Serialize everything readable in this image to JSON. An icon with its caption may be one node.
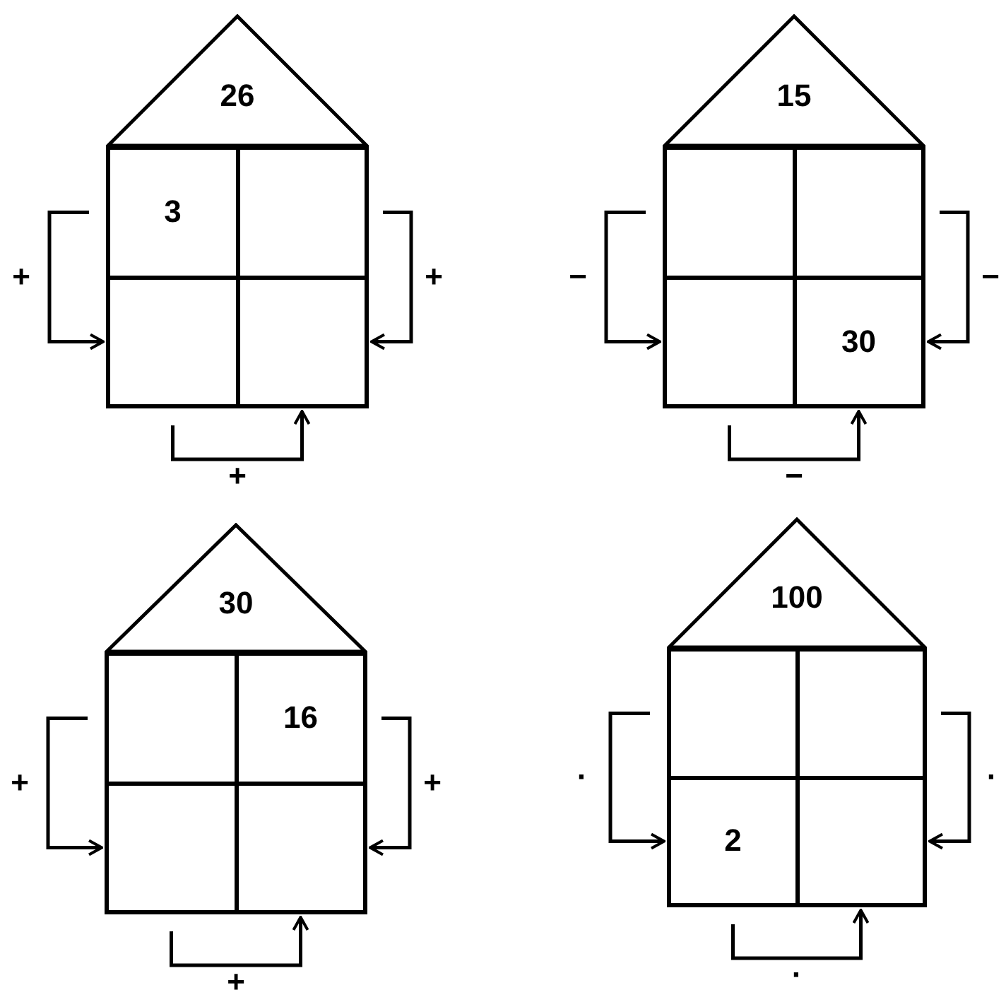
{
  "diagram": {
    "nodes": [
      {
        "text": [
          "26"
        ]
      },
      {
        "text": [
          "3"
        ]
      },
      {
        "text": [],
        "shape": "box"
      },
      {
        "text": [],
        "shape": "box"
      },
      {
        "text": [],
        "shape": "box"
      },
      {
        "text": [
          "15"
        ]
      },
      {
        "text": [],
        "shape": "box"
      },
      {
        "text": [],
        "shape": "box"
      },
      {
        "text": [],
        "shape": "box"
      },
      {
        "text": [
          "30"
        ]
      },
      {
        "text": [
          "30"
        ]
      },
      {
        "text": [],
        "shape": "box"
      },
      {
        "text": [
          "16"
        ]
      },
      {
        "text": [],
        "shape": "box"
      },
      {
        "text": [],
        "shape": "box"
      },
      {
        "text": [
          "100"
        ]
      },
      {
        "text": [],
        "shape": "box"
      },
      {
        "text": [],
        "shape": "box"
      },
      {
        "text": [
          "2"
        ]
      },
      {
        "text": [],
        "shape": "box"
      }
    ],
    "edges": [
      {
        "from": 1,
        "to": 3,
        "arrow": "to",
        "label": "+"
      },
      {
        "from": 2,
        "to": 4,
        "arrow": "to",
        "label": "+"
      },
      {
        "from": 3,
        "to": 4,
        "arrow": "to",
        "label": "+"
      },
      {
        "from": 6,
        "to": 8,
        "arrow": "to",
        "label": "−"
      },
      {
        "from": 7,
        "to": 9,
        "arrow": "to",
        "label": "−"
      },
      {
        "from": 8,
        "to": 9,
        "arrow": "to",
        "label": "−"
      },
      {
        "from": 11,
        "to": 13,
        "arrow": "to",
        "label": "+"
      },
      {
        "from": 12,
        "to": 14,
        "arrow": "to",
        "label": "+"
      },
      {
        "from": 13,
        "to": 14,
        "arrow": "to",
        "label": "+"
      },
      {
        "from": 16,
        "to": 18,
        "arrow": "to",
        "label": "·"
      },
      {
        "from": 17,
        "to": 19,
        "arrow": "to",
        "label": "·"
      },
      {
        "from": 18,
        "to": 19,
        "arrow": "to",
        "label": "·"
      }
    ]
  }
}
